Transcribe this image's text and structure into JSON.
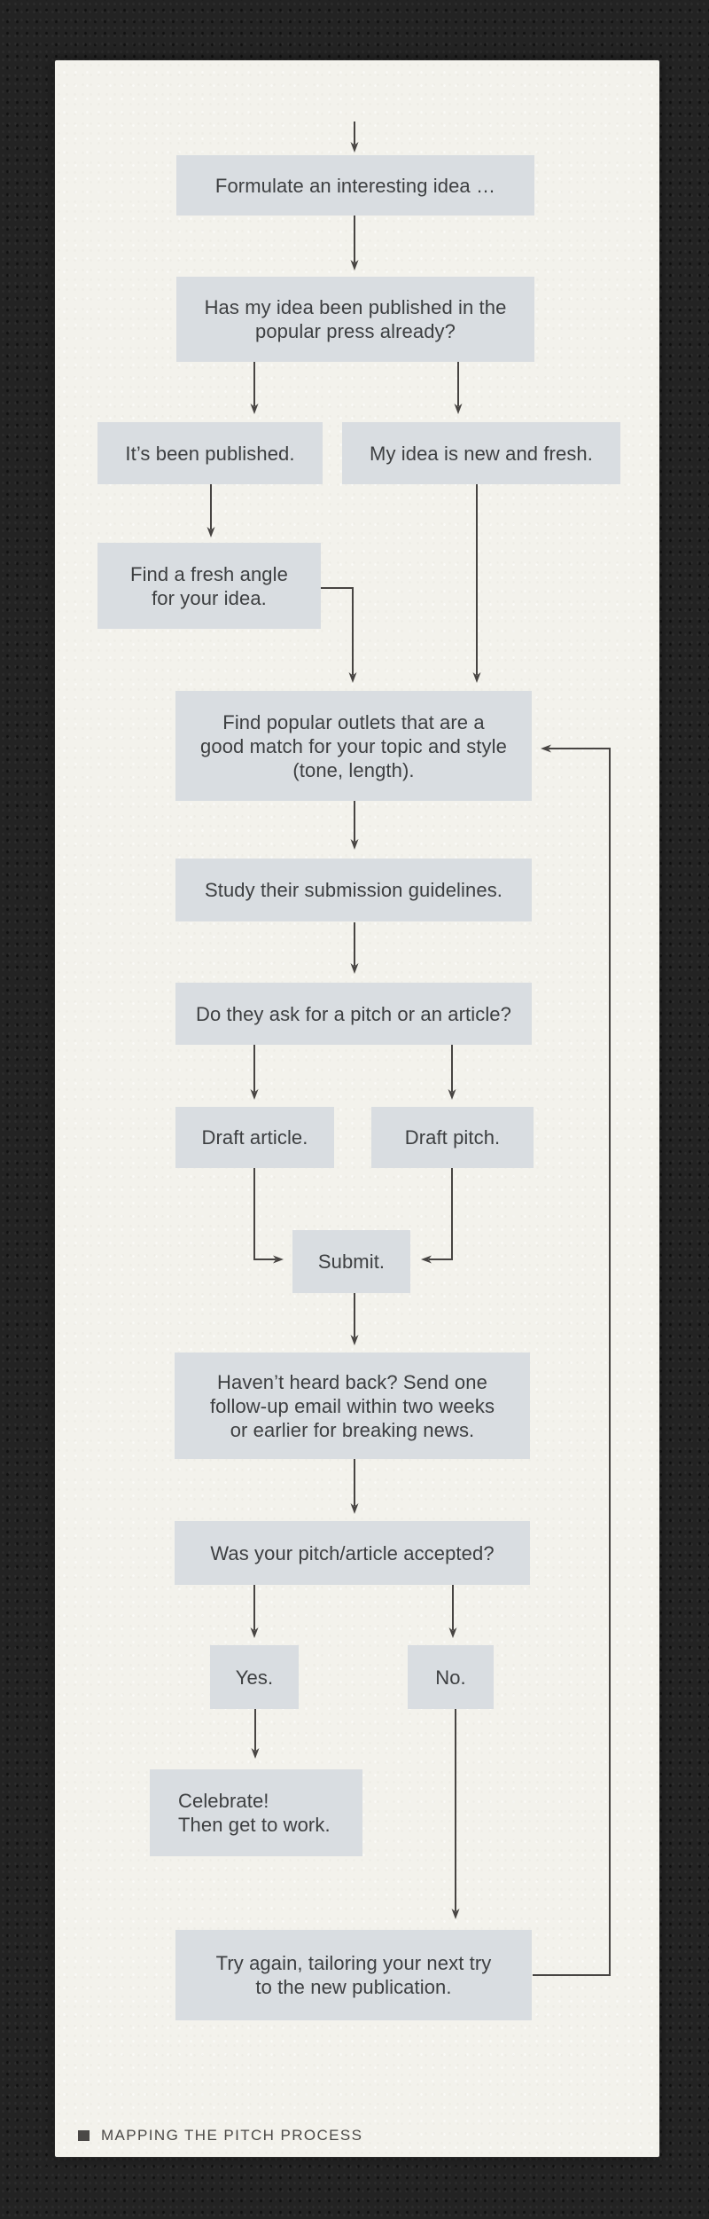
{
  "colors": {
    "canvas-bg": "#232323",
    "paper": "#f3f2ec",
    "node-fill": "#d9dde1",
    "ink": "#3d3f41",
    "line": "#474442",
    "caption-ink": "#4a4846"
  },
  "flow": {
    "nodes": {
      "formulate": "Formulate an interesting idea …",
      "published_question": "Has my idea been published in the\npopular press already?",
      "published": "It’s been published.",
      "new_fresh": "My idea is new and fresh.",
      "fresh_angle": "Find a fresh angle\nfor your idea.",
      "find_outlets": "Find popular outlets that are a\ngood match for your topic and style\n(tone, length).",
      "study_guidelines": "Study their submission guidelines.",
      "pitch_or_article": "Do they ask for a pitch or an article?",
      "draft_article": "Draft article.",
      "draft_pitch": "Draft pitch.",
      "submit": "Submit.",
      "follow_up": "Haven’t heard back? Send one\nfollow-up email within two weeks\nor earlier for breaking news.",
      "accepted_question": "Was your pitch/article accepted?",
      "yes": "Yes.",
      "no": "No.",
      "celebrate": "Celebrate!\nThen get to work.",
      "try_again": "Try again, tailoring your next try\nto the new publication."
    }
  },
  "footer": {
    "bullet_icon": "filled-square",
    "caption": "MAPPING THE PITCH PROCESS"
  }
}
